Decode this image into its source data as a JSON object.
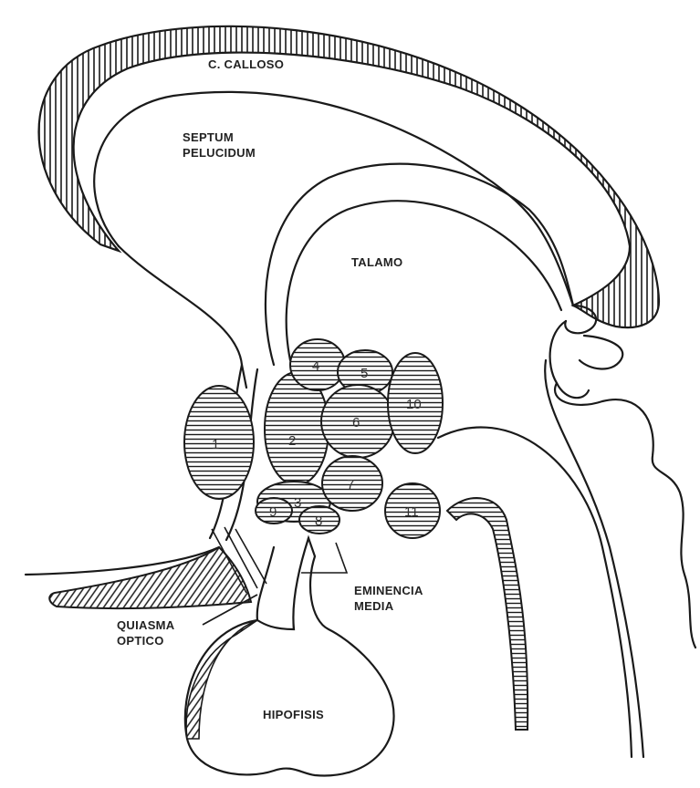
{
  "labels": {
    "corpus_callosum": "C. CALLOSO",
    "septum_line1": "SEPTUM",
    "septum_line2": "PELUCIDUM",
    "thalamus": "TALAMO",
    "median_eminence_line1": "EMINENCIA",
    "median_eminence_line2": "MEDIA",
    "optic_chiasm_line1": "QUIASMA",
    "optic_chiasm_line2": "OPTICO",
    "hypophysis": "HIPOFISIS"
  },
  "nuclei": [
    "1",
    "2",
    "3",
    "4",
    "5",
    "6",
    "7",
    "8",
    "9",
    "10",
    "11"
  ],
  "colors": {
    "ink": "#1a1a1a",
    "background": "#ffffff"
  }
}
